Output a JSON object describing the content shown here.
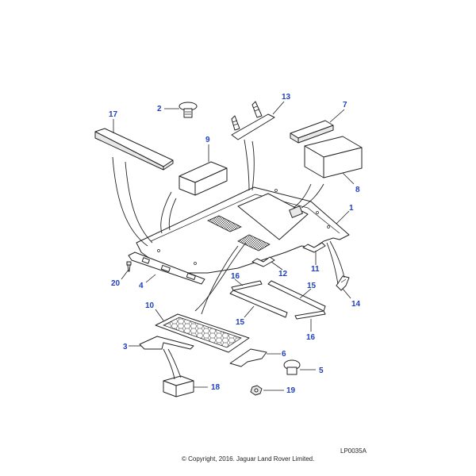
{
  "callouts": {
    "c1": "1",
    "c2": "2",
    "c3": "3",
    "c4": "4",
    "c5": "5",
    "c6": "6",
    "c7": "7",
    "c8": "8",
    "c9": "9",
    "c10": "10",
    "c11": "11",
    "c12": "12",
    "c13": "13",
    "c14": "14",
    "c15a": "15",
    "c15b": "15",
    "c16a": "16",
    "c16b": "16",
    "c17": "17",
    "c18": "18",
    "c19": "19",
    "c20": "20"
  },
  "footer": {
    "ref_code": "LP0035A",
    "copyright": "© Copyright, 2016. Jaguar Land Rover Limited."
  },
  "colors": {
    "callout": "#1f3fbf",
    "line": "#222222"
  }
}
